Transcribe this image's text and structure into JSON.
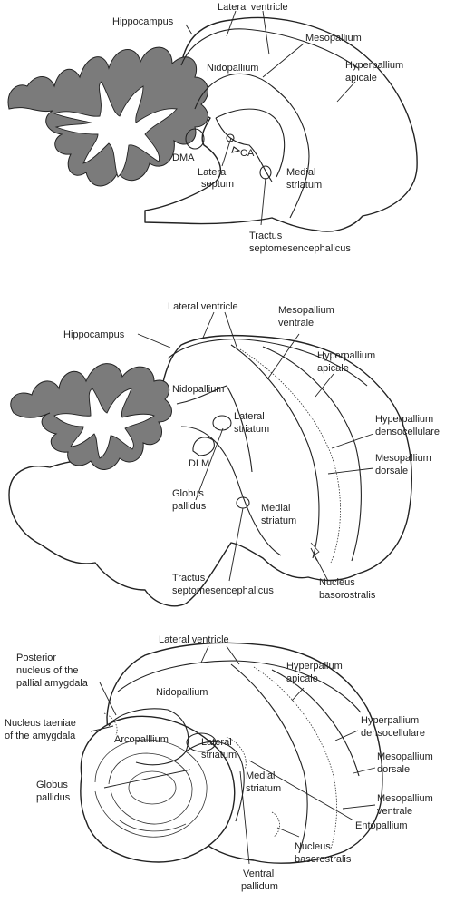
{
  "panel1": {
    "hippocampus": "Hippocampus",
    "lateral_ventricle": "Lateral ventricle",
    "mesopallium": "Mesopallium",
    "nidopallium": "Nidopallium",
    "hyperpallium_apicale": [
      "Hyperpallium",
      "apicale"
    ],
    "dma": "DMA",
    "ca": "CA",
    "lateral_septum": [
      "Lateral",
      "septum"
    ],
    "medial_striatum": [
      "Medial",
      "striatum"
    ],
    "tractus": [
      "Tractus",
      "septomesencephalicus"
    ]
  },
  "panel2": {
    "lateral_ventricle": "Lateral ventricle",
    "mesopallium_ventrale": [
      "Mesopallium",
      "ventrale"
    ],
    "hippocampus": "Hippocampus",
    "hyperpallium_apicale": [
      "Hyperpallium",
      "apicale"
    ],
    "nidopallium": "Nidopallium",
    "hyperpallium_densocellulare": [
      "Hyperpallium",
      "densocellulare"
    ],
    "lateral_striatum": [
      "Lateral",
      "striatum"
    ],
    "dlm": "DLM",
    "mesopallium_dorsale": [
      "Mesopallium",
      "dorsale"
    ],
    "globus_pallidus": [
      "Globus",
      "pallidus"
    ],
    "medial_striatum": [
      "Medial",
      "striatum"
    ],
    "tractus": [
      "Tractus",
      "septomesencephalicus"
    ],
    "nucleus_basorostralis": [
      "Nucleus",
      "basorostralis"
    ]
  },
  "panel3": {
    "lateral_ventricle": "Lateral ventricle",
    "posterior_nucleus": [
      "Posterior",
      "nucleus of the",
      "pallial amygdala"
    ],
    "hyperpallium_apicale": [
      "Hyperpalium",
      "apicale"
    ],
    "nidopallium": "Nidopallium",
    "nucleus_taeniae": [
      "Nucleus taeniae",
      "of the amygdala"
    ],
    "hyperpallium_densocellulare": [
      "Hyperpallium",
      "densocellulare"
    ],
    "arcopallium": "Arcopalllium",
    "lateral_striatum": [
      "Lateral",
      "striatum"
    ],
    "mesopallium_dorsale": [
      "Mesopallium",
      "dorsale"
    ],
    "globus_pallidus": [
      "Globus",
      "pallidus"
    ],
    "medial_striatum": [
      "Medial",
      "striatum"
    ],
    "mesopallium_ventrale": [
      "Mesopallium",
      "ventrale"
    ],
    "entopallium": "Entopallium",
    "nucleus_basorostralis": [
      "Nucleus",
      "basorostralis"
    ],
    "ventral_pallidum": [
      "Ventral",
      "pallidum"
    ]
  }
}
